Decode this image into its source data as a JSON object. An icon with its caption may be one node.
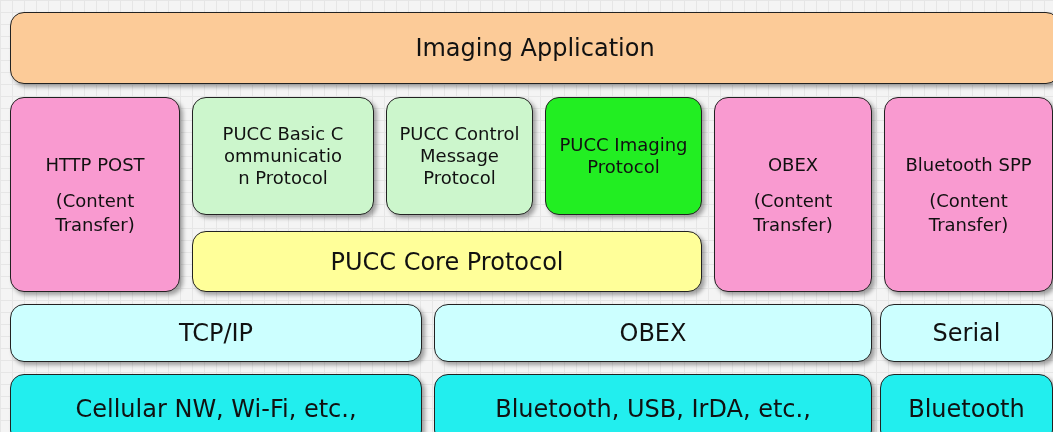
{
  "diagram": {
    "nodes": [
      {
        "text": [
          "Imaging Application"
        ]
      },
      {
        "text": [
          "HTTP POST",
          "(Content Transfer)"
        ]
      },
      {
        "text": [
          "PUCC Basic Communication Protocol"
        ]
      },
      {
        "text": [
          "PUCC Control Message Protocol"
        ]
      },
      {
        "text": [
          "PUCC Imaging Protocol"
        ]
      },
      {
        "text": [
          "OBEX",
          "(Content Transfer)"
        ]
      },
      {
        "text": [
          "Bluetooth SPP",
          "(Content Transfer)"
        ]
      },
      {
        "text": [
          "PUCC Core Protocol"
        ]
      },
      {
        "text": [
          "TCP/IP"
        ]
      },
      {
        "text": [
          "OBEX"
        ]
      },
      {
        "text": [
          "Serial"
        ]
      },
      {
        "text": [
          "Cellular NW, Wi-Fi, etc.,"
        ]
      },
      {
        "text": [
          "Bluetooth, USB, IrDA, etc.,"
        ]
      },
      {
        "text": [
          "Bluetooth"
        ]
      }
    ],
    "edges": []
  }
}
